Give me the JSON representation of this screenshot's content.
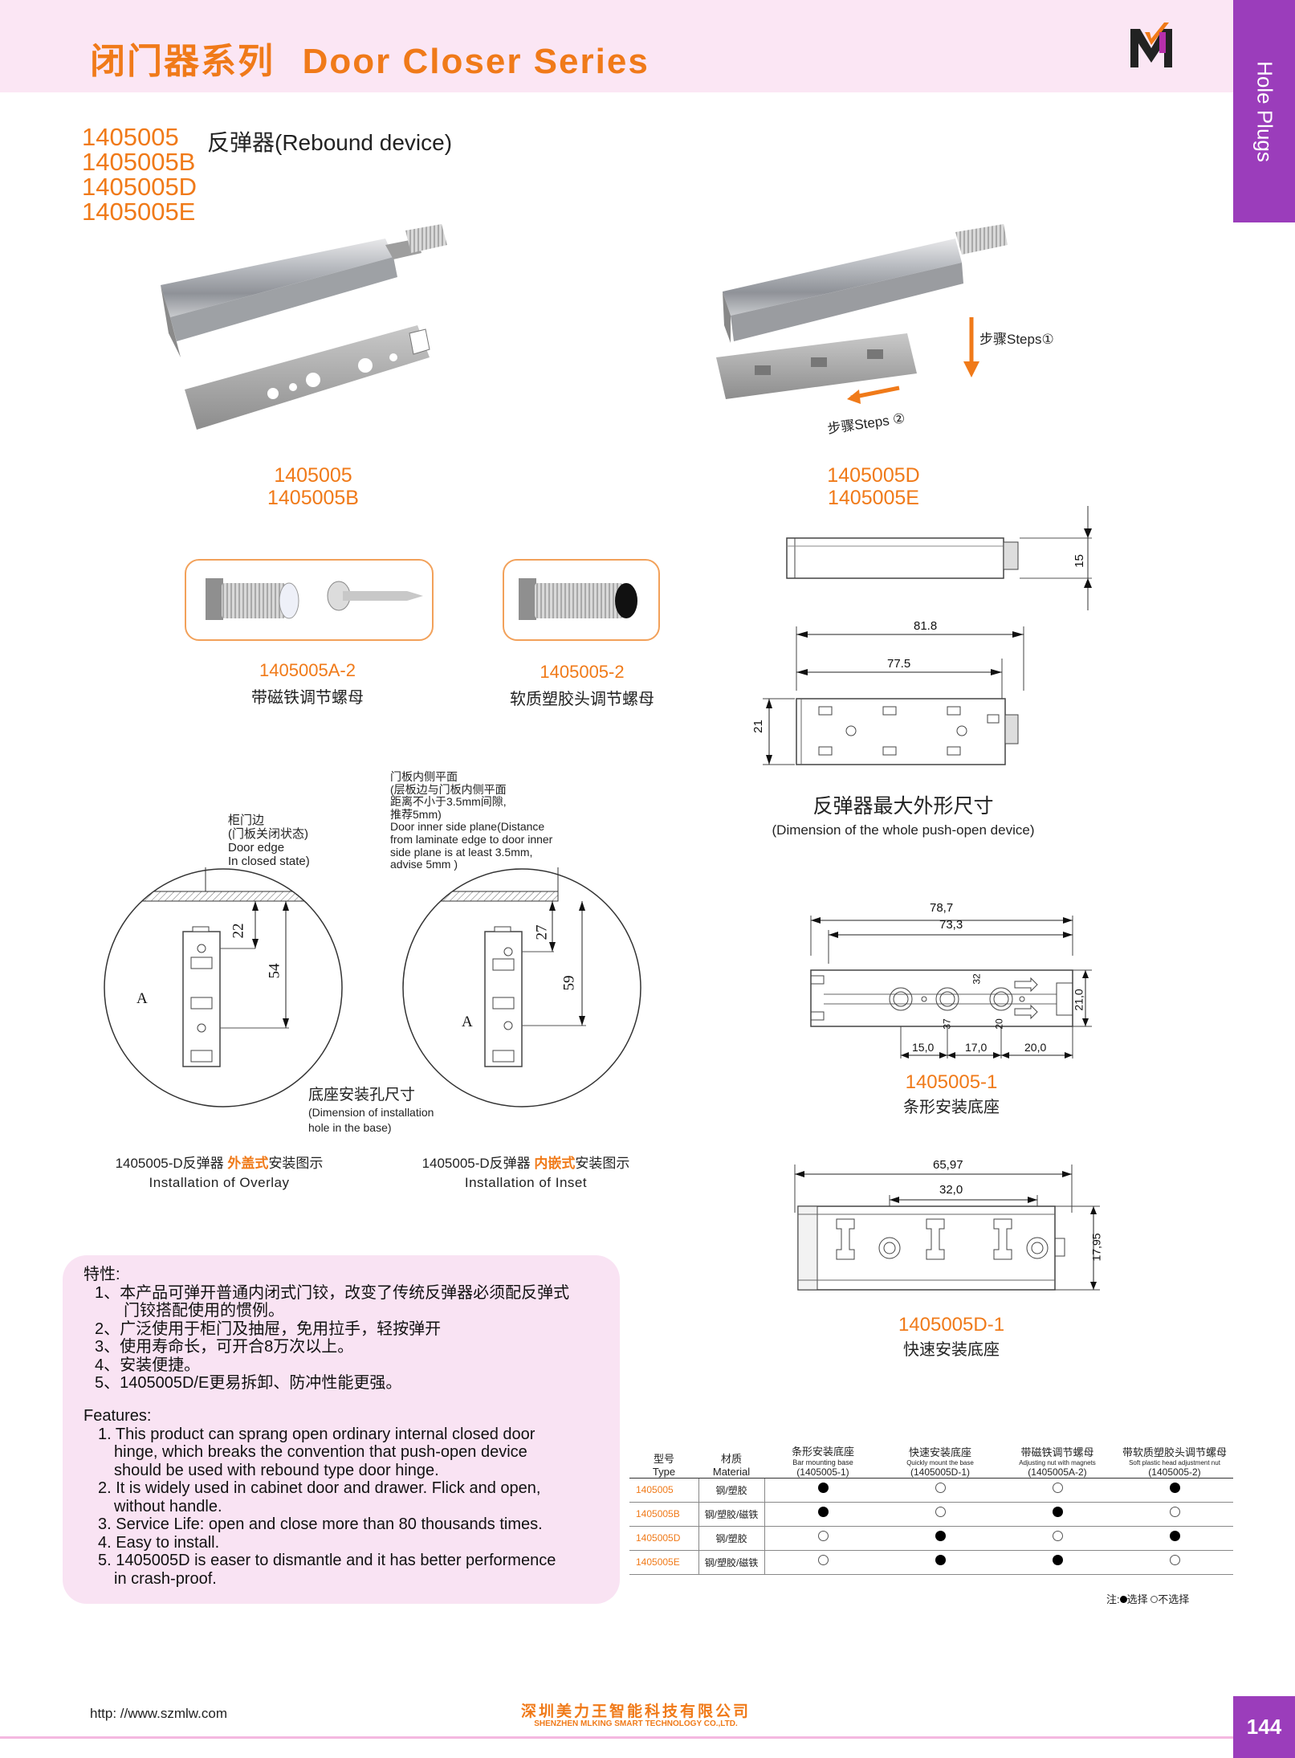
{
  "header": {
    "title_cn": "闭门器系列",
    "title_en": "Door Closer Series",
    "side_tab": "Hole Plugs",
    "logo_icon": "mlking-logo"
  },
  "product": {
    "models": [
      "1405005",
      "1405005B",
      "1405005D",
      "1405005E"
    ],
    "name": "反弹器(Rebound device)"
  },
  "photos": {
    "left_caption": [
      "1405005",
      "1405005B"
    ],
    "right_caption": [
      "1405005D",
      "1405005E"
    ],
    "step1": "步骤Steps①",
    "step2": "步骤Steps ②"
  },
  "accessories": [
    {
      "code": "1405005A-2",
      "name": "带磁铁调节螺母"
    },
    {
      "code": "1405005-2",
      "name": "软质塑胶头调节螺母"
    }
  ],
  "dimension_device": {
    "height": "15",
    "overall_length": "81.8",
    "body_length": "77.5",
    "width": "21",
    "title_cn": "反弹器最大外形尺寸",
    "title_en": "(Dimension of the whole push-open device)"
  },
  "installation": {
    "door_edge_label": [
      "柜门边",
      "(门板关闭状态)",
      "Door edge",
      "In closed state)"
    ],
    "inner_plane_label": [
      "门板内侧平面",
      "(层板边与门板内侧平面",
      "距离不小于3.5mm间隙,",
      "推荐5mm)",
      "Door inner side plane(Distance",
      "from laminate edge to door inner",
      "side plane is at least 3.5mm,",
      "advise 5mm )"
    ],
    "overlay": {
      "dim_a": "22",
      "dim_b": "54",
      "label": "A",
      "caption_prefix": "1405005-D反弹器",
      "caption_highlight": "外盖式",
      "caption_suffix": "安装图示",
      "caption_en": "Installation of Overlay"
    },
    "inset": {
      "dim_a": "27",
      "dim_b": "59",
      "label": "A",
      "caption_prefix": "1405005-D反弹器",
      "caption_highlight": "内嵌式",
      "caption_suffix": "安装图示",
      "caption_en": "Installation of Inset"
    },
    "base_hole_cn": "底座安装孔尺寸",
    "base_hole_en": [
      "(Dimension of installation",
      "hole in the base)"
    ]
  },
  "base_bar": {
    "overall": "78,7",
    "inner": "73,3",
    "height": "21,0",
    "seg1": "15,0",
    "seg2": "17,0",
    "seg3": "20,0",
    "mark_32": "32",
    "mark_37": "37",
    "mark_20": "20",
    "code": "1405005-1",
    "name": "条形安装底座"
  },
  "base_quick": {
    "overall": "65,97",
    "inner": "32,0",
    "height": "17,95",
    "code": "1405005D-1",
    "name": "快速安装底座"
  },
  "features_cn": {
    "heading": "特性:",
    "items": [
      "1、本产品可弹开普通内闭式门铰，改变了传统反弹器必须配反弹式",
      "门铰搭配使用的惯例。",
      "2、广泛使用于柜门及抽屉，免用拉手，轻按弹开",
      "3、使用寿命长，可开合8万次以上。",
      "4、安装便捷。",
      "5、1405005D/E更易拆卸、防冲性能更强。"
    ]
  },
  "features_en": {
    "heading": "Features:",
    "items": [
      "1. This product can sprang open ordinary internal closed door",
      "hinge, which breaks the convention that push-open device",
      "should be  used  with rebound type door hinge.",
      "2. It is widely used in cabinet door and drawer. Flick and open,",
      "without handle.",
      "3. Service Life: open and close more than 80 thousands times.",
      "4. Easy to install.",
      "5. 1405005D is easer to dismantle and it has better performence",
      "in crash-proof."
    ]
  },
  "option_table": {
    "headers": [
      {
        "cn": "型号",
        "en": "Type"
      },
      {
        "cn": "材质",
        "en": "Material"
      },
      {
        "cn": "条形安装底座",
        "en": "Bar mounting base",
        "code": "(1405005-1)"
      },
      {
        "cn": "快速安装底座",
        "en": "Quickly mount the base",
        "code": "(1405005D-1)"
      },
      {
        "cn": "带磁铁调节螺母",
        "en": "Adjusting nut with magnets",
        "code": "(1405005A-2)"
      },
      {
        "cn": "带软质塑胶头调节螺母",
        "en": "Soft plastic head adjustment nut",
        "code": "(1405005-2)"
      }
    ],
    "rows": [
      {
        "type": "1405005",
        "material": "钢/塑胶",
        "options": [
          true,
          false,
          false,
          true
        ]
      },
      {
        "type": "1405005B",
        "material": "钢/塑胶/磁铁",
        "options": [
          true,
          false,
          true,
          false
        ]
      },
      {
        "type": "1405005D",
        "material": "钢/塑胶",
        "options": [
          false,
          true,
          false,
          true
        ]
      },
      {
        "type": "1405005E",
        "material": "钢/塑胶/磁铁",
        "options": [
          false,
          true,
          true,
          false
        ]
      }
    ],
    "note_prefix": "注:",
    "note_selected": "选择",
    "note_not_selected": "不选择"
  },
  "footer": {
    "url": "http: //www.szmlw.com",
    "company_cn": "深圳美力王智能科技有限公司",
    "company_en": "SHENZHEN MLKING SMART TECHNOLOGY CO.,LTD.",
    "page": "144"
  },
  "colors": {
    "accent": "#f07a19",
    "purple": "#9b3dbb",
    "header_bg": "#fbe6f4",
    "feature_bg": "#f9e3f3"
  }
}
